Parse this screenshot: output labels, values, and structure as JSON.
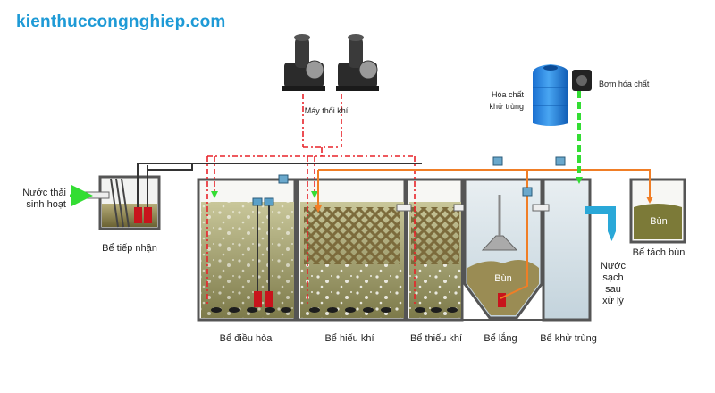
{
  "brand": "kienthuccongnghiep.com",
  "labels": {
    "inlet": "Nước thải\nsinh hoạt",
    "receiving_tank": "Bể tiếp nhận",
    "equalization_tank": "Bể điều hòa",
    "aerobic_tank": "Bể hiếu khí",
    "anoxic_tank": "Bể thiếu khí",
    "settling_tank": "Bể lắng",
    "disinfection_tank": "Bể khử trùng",
    "sludge_tank": "Bể tách bùn",
    "blower": "Máy thổi khí",
    "chemical": "Hóa chất\nkhử trùng",
    "chemical_pump": "Bơm hóa chất",
    "clean_water": "Nước\nsạch\nsau\nxử lý",
    "sludge_settling": "Bùn",
    "sludge_storage": "Bùn"
  },
  "colors": {
    "brand": "#1e9ad6",
    "air_line": "#e8232a",
    "return_line": "#f07e26",
    "chemical_line": "#33dd33",
    "effluent": "#2aa8d8",
    "water_light": "#e7ecd8",
    "sludge": "#8a7a3c"
  }
}
